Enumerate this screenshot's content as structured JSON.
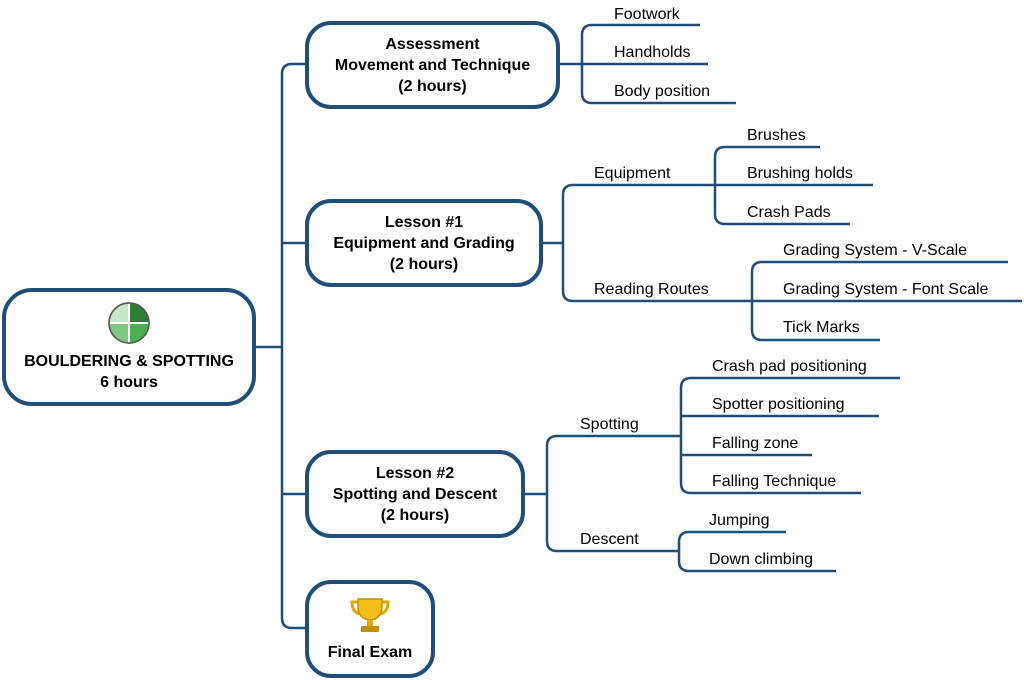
{
  "root": {
    "title": "BOULDERING & SPOTTING",
    "duration": "6 hours"
  },
  "modules": [
    {
      "line1": "Assessment",
      "line2": "Movement and Technique",
      "line3": "(2 hours)",
      "topics": [
        "Footwork",
        "Handholds",
        "Body position"
      ]
    },
    {
      "line1": "Lesson #1",
      "line2": "Equipment and Grading",
      "line3": "(2 hours)",
      "groups": [
        {
          "label": "Equipment",
          "topics": [
            "Brushes",
            "Brushing holds",
            "Crash Pads"
          ]
        },
        {
          "label": "Reading Routes",
          "topics": [
            "Grading System - V-Scale",
            "Grading System - Font Scale",
            "Tick Marks"
          ]
        }
      ]
    },
    {
      "line1": "Lesson #2",
      "line2": "Spotting and Descent",
      "line3": "(2 hours)",
      "groups": [
        {
          "label": "Spotting",
          "topics": [
            "Crash pad positioning",
            "Spotter positioning",
            "Falling zone",
            "Falling Technique"
          ]
        },
        {
          "label": "Descent",
          "topics": [
            "Jumping",
            "Down climbing"
          ]
        }
      ]
    },
    {
      "line1": "Final Exam",
      "icon": "trophy-icon"
    }
  ],
  "colors": {
    "line": "#1f4e79",
    "accent_green": "#4caf50"
  }
}
